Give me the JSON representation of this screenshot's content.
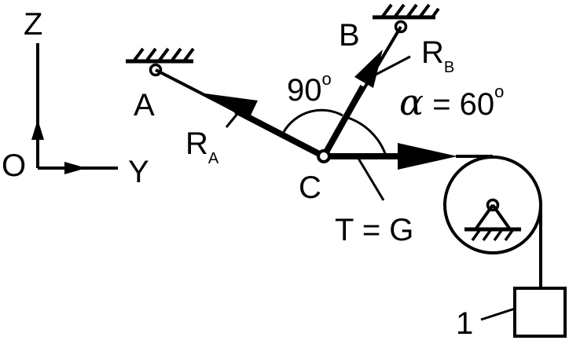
{
  "labels": {
    "axis_z": "Z",
    "axis_y": "Y",
    "origin": "O",
    "point_a": "A",
    "point_b": "B",
    "point_c": "C",
    "force_ra_main": "R",
    "force_ra_sub": "A",
    "force_rb_main": "R",
    "force_rb_sub": "B",
    "angle_right": "90",
    "angle_alpha_symbol": "α",
    "angle_alpha_value": " = 60",
    "degree_mark": "o",
    "tension": "T = G",
    "weight_number": "1"
  },
  "values": {
    "angle_between_RA_RB_deg": 90,
    "alpha_deg": 60
  },
  "colors": {
    "ink": "#000000",
    "background": "#ffffff"
  }
}
